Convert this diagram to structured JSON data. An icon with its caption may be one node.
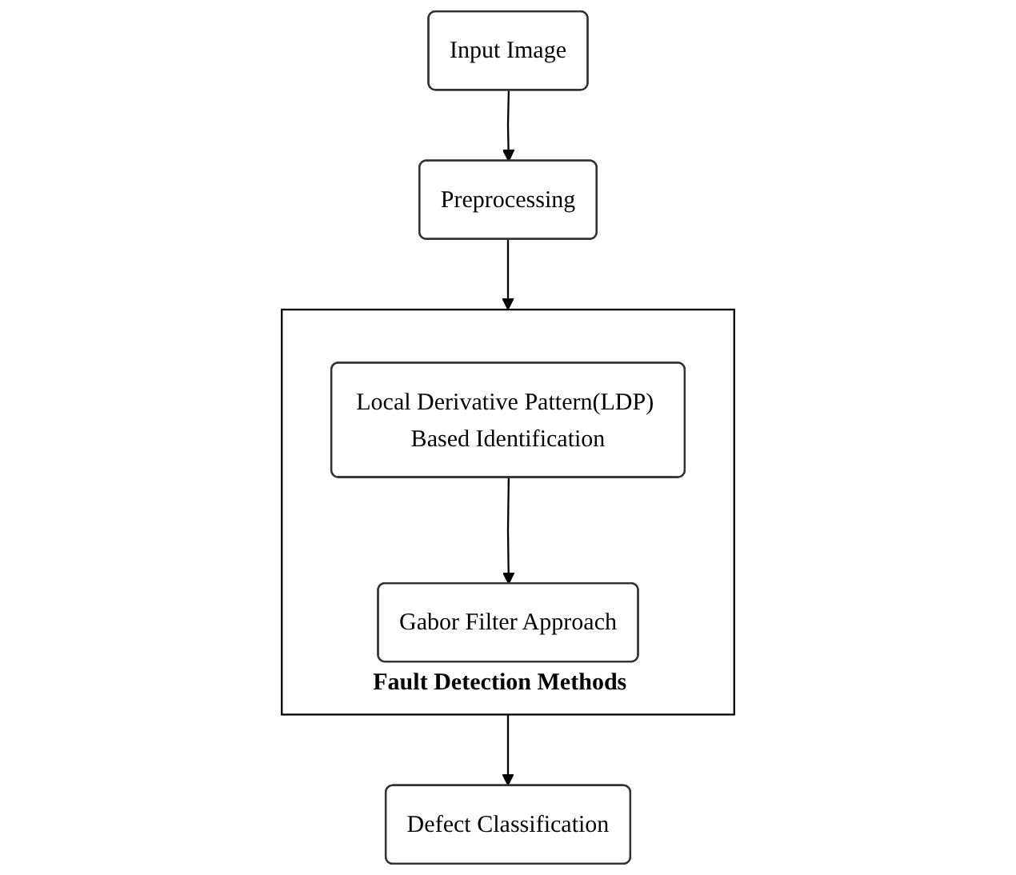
{
  "diagram": {
    "nodes": [
      {
        "text": [
          "Input Image"
        ]
      },
      {
        "text": [
          "Preprocessing"
        ]
      },
      {
        "text": [
          "Fault Detection Methods"
        ]
      },
      {
        "text": [
          "Local Derivative Pattern(LDP) Based Identification"
        ],
        "in": 2
      },
      {
        "text": [
          "Gabor Filter Approach"
        ],
        "in": 2
      },
      {
        "text": [
          "Defect Classification"
        ]
      }
    ],
    "edges": [
      {
        "from": 0,
        "to": 1,
        "arrow": "to"
      },
      {
        "from": 1,
        "to": 2,
        "arrow": "to"
      },
      {
        "from": 3,
        "to": 4,
        "arrow": "to"
      },
      {
        "from": 2,
        "to": 5,
        "arrow": "to"
      }
    ]
  }
}
